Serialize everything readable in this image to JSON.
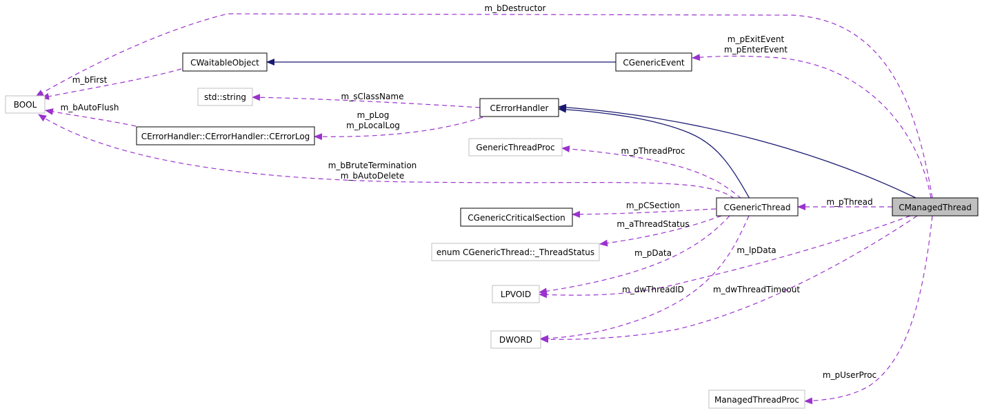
{
  "nodes": {
    "bool": "BOOL",
    "cwaitable": "CWaitableObject",
    "cgenericevent": "CGenericEvent",
    "stdstring": "std::string",
    "cerrorhandler": "CErrorHandler",
    "cerrorlog": "CErrorHandler::CErrorHandler::CErrorLog",
    "genericthreadproc": "GenericThreadProc",
    "cgenericcs": "CGenericCriticalSection",
    "cgenericthread": "CGenericThread",
    "cmanagedthread": "CManagedThread",
    "threadstatus": "enum CGenericThread::_ThreadStatus",
    "lpvoid": "LPVOID",
    "dword": "DWORD",
    "managedthreadproc": "ManagedThreadProc"
  },
  "edge_labels": {
    "m_bDestructor": "m_bDestructor",
    "m_pExitEvent": "m_pExitEvent",
    "m_pEnterEvent": "m_pEnterEvent",
    "m_bFirst": "m_bFirst",
    "m_sClassName": "m_sClassName",
    "m_bAutoFlush": "m_bAutoFlush",
    "m_pLog": "m_pLog",
    "m_pLocalLog": "m_pLocalLog",
    "m_pThreadProc": "m_pThreadProc",
    "m_bBruteTermination": "m_bBruteTermination",
    "m_bAutoDelete": "m_bAutoDelete",
    "m_pCSection": "m_pCSection",
    "m_pThread": "m_pThread",
    "m_aThreadStatus": "m_aThreadStatus",
    "m_pData": "m_pData",
    "m_lpData": "m_lpData",
    "m_dwThreadID": "m_dwThreadID",
    "m_dwThreadTimeout": "m_dwThreadTimeout",
    "m_pUserProc": "m_pUserProc"
  },
  "colors": {
    "inheritance_edge": "#191970",
    "member_edge": "#9a32cd",
    "node_border_documented": "#000000",
    "node_border_external": "#bfbfbf",
    "focus_node_fill": "#bfbfbf"
  }
}
